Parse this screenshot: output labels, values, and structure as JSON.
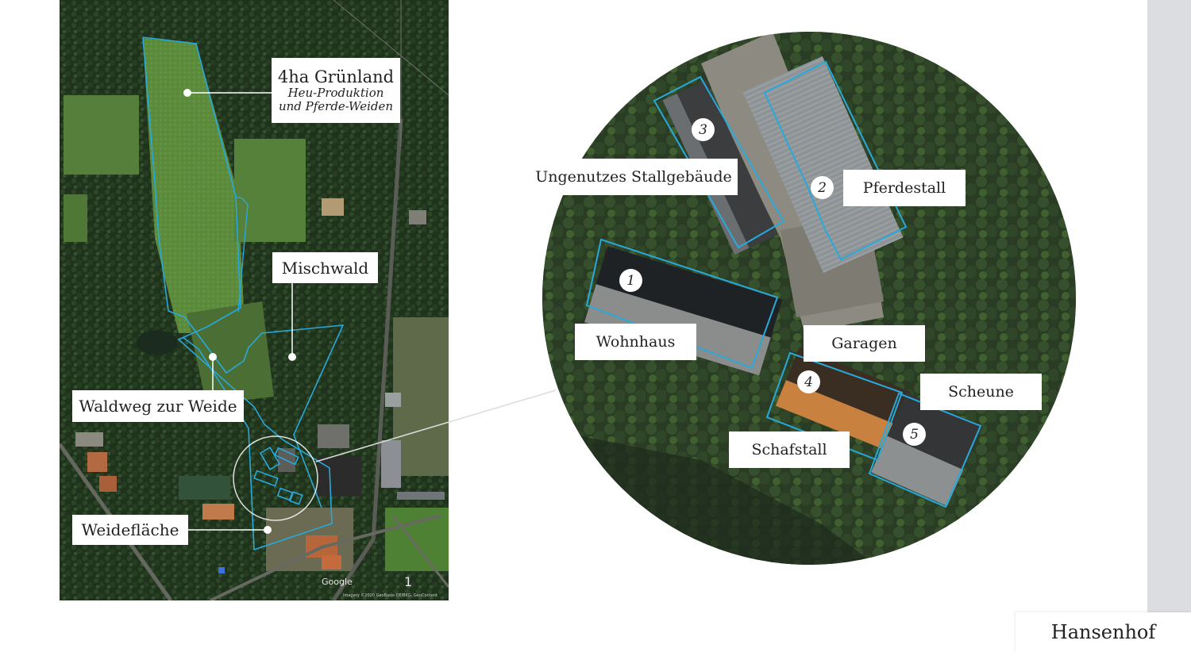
{
  "colors": {
    "boundary": "#28a9dc",
    "label_bg": "#ffffff",
    "scrollbar": "#dcdde1"
  },
  "overview_map": {
    "labels": {
      "gruenland_title": "4ha Grünland",
      "gruenland_sub1": "Heu-Produktion",
      "gruenland_sub2": "und Pferde-Weiden",
      "mischwald": "Mischwald",
      "waldweg": "Waldweg zur Weide",
      "weideflaeche": "Weidefläche"
    },
    "attribution": "Google",
    "attribution_small": "Imagery ©2020 GeoBasis-DE/BKG, GeoContent",
    "page_number": "1"
  },
  "detail_view": {
    "buildings": [
      {
        "number": "1",
        "name": "Wohnhaus"
      },
      {
        "number": "2",
        "name": "Pferdestall"
      },
      {
        "number": "3",
        "name": "Ungenutzes Stallgebäude"
      },
      {
        "number": "4",
        "name": "Garagen"
      },
      {
        "number": "5",
        "name": "Scheune"
      }
    ],
    "extra_label": "Schafstall"
  },
  "footer": {
    "title": "Hansenhof"
  }
}
